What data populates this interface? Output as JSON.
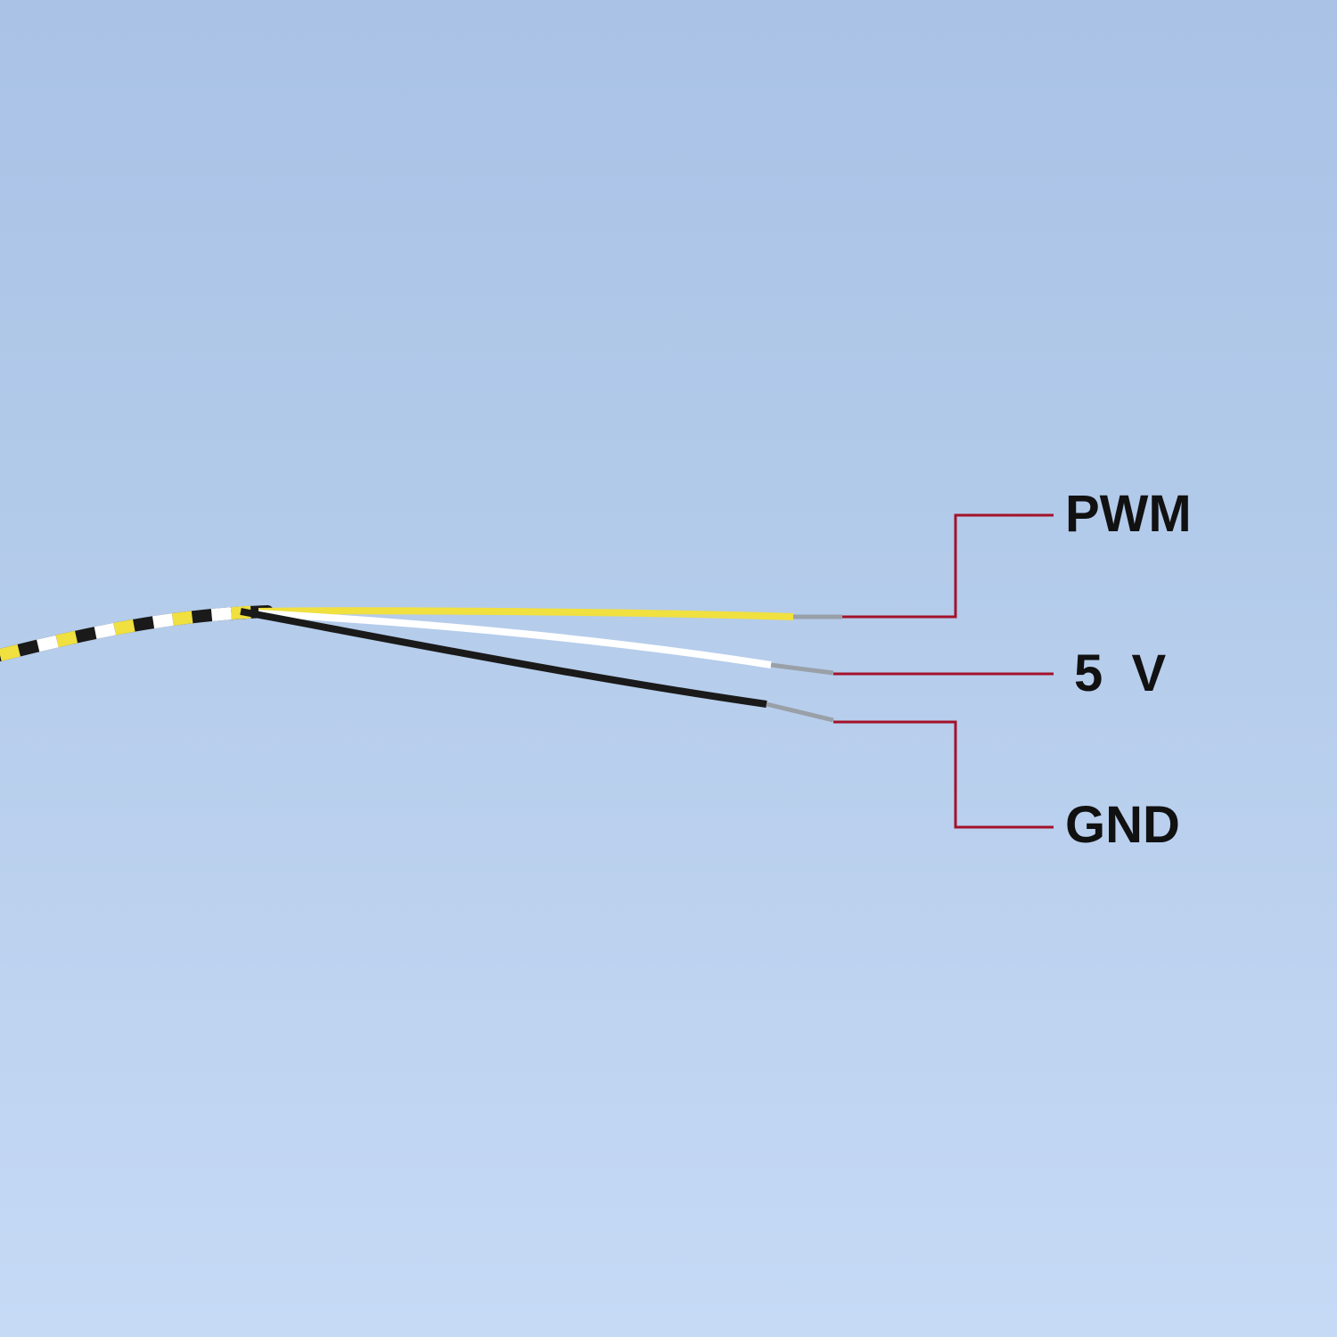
{
  "labels": {
    "pwm": "PWM",
    "v5": "5  V",
    "gnd": "GND"
  },
  "colors": {
    "leader": "#a3122a",
    "yellow_wire": "#f0e040",
    "white_wire": "#ffffff",
    "black_wire": "#1a1a1a"
  }
}
